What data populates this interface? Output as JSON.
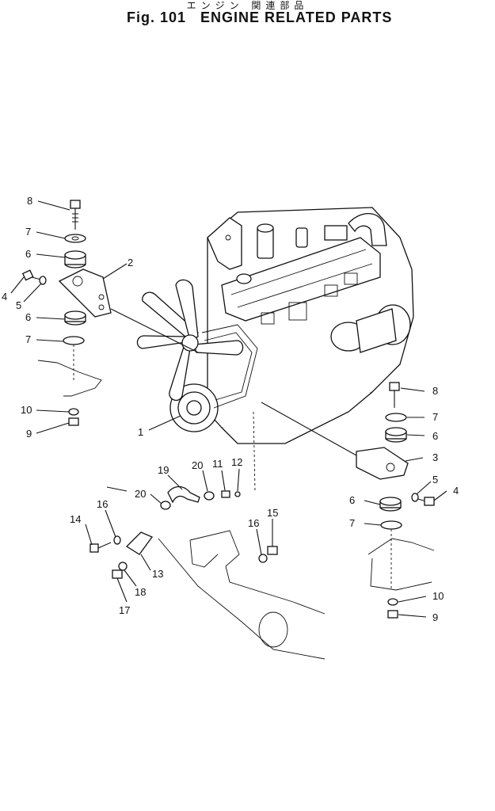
{
  "header": {
    "title_jp": "エンジン 関連部品",
    "title_en": "Fig. 101   ENGINE RELATED PARTS"
  },
  "callouts": {
    "c1": "1",
    "c2": "2",
    "c3": "3",
    "c4a": "4",
    "c4b": "4",
    "c5a": "5",
    "c5b": "5",
    "c6a": "6",
    "c6b": "6",
    "c6c": "6",
    "c6d": "6",
    "c7a": "7",
    "c7b": "7",
    "c7c": "7",
    "c7d": "7",
    "c8a": "8",
    "c8b": "8",
    "c9a": "9",
    "c9b": "9",
    "c10a": "10",
    "c10b": "10",
    "c11": "11",
    "c12": "12",
    "c13": "13",
    "c14": "14",
    "c15": "15",
    "c16a": "16",
    "c16b": "16",
    "c17": "17",
    "c18": "18",
    "c19": "19",
    "c20a": "20",
    "c20b": "20"
  }
}
